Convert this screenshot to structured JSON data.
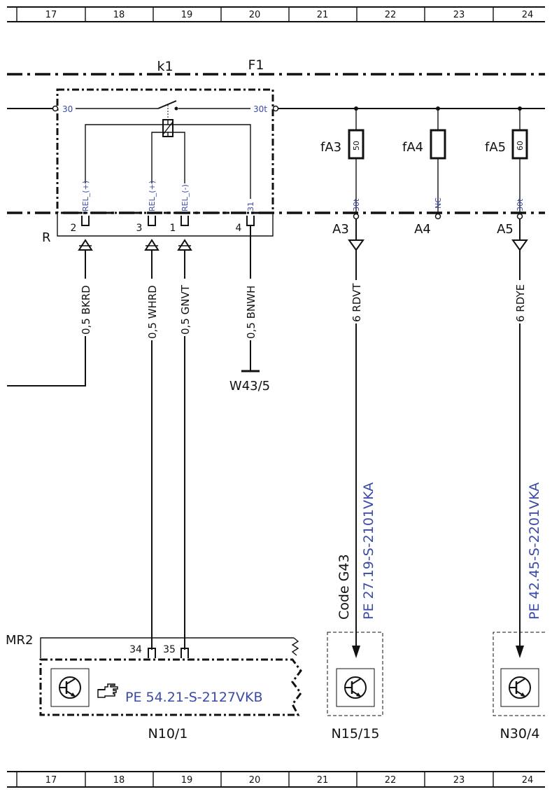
{
  "ruler": {
    "columns": [
      "17",
      "18",
      "19",
      "20",
      "21",
      "22",
      "23",
      "24"
    ]
  },
  "relay": {
    "name": "k1",
    "terminal_in": "30",
    "terminal_out": "30t",
    "connector": "R",
    "pins": [
      {
        "label": "REL_(+)",
        "number": "2"
      },
      {
        "label": "REL_(+)",
        "number": "3"
      },
      {
        "label": "REL_(-)",
        "number": "1"
      },
      {
        "label": "31",
        "number": "4"
      }
    ]
  },
  "fusebox": {
    "name": "F1",
    "fuses": [
      {
        "name": "fA3",
        "rating": "50",
        "terminal": "30t",
        "output": "A3"
      },
      {
        "name": "fA4",
        "rating": "",
        "terminal": "NC",
        "output": "A4"
      },
      {
        "name": "fA5",
        "rating": "60",
        "terminal": "30t",
        "output": "A5"
      }
    ]
  },
  "wires": {
    "w1": "0,5 BKRD",
    "w2": "0,5 WHRD",
    "w3": "0,5 GNVT",
    "w4": "0,5 BNWH",
    "w5": "6 RDVT",
    "w6": "6 RDYE"
  },
  "ground": "W43/5",
  "refs": {
    "code": "Code G43",
    "ref1": "PE 27.19-S-2101VKA",
    "ref2": "PE 42.45-S-2201VKA",
    "ref3": "PE 54.21-S-2127VKB"
  },
  "connector_mr2": {
    "name": "MR2",
    "pin_a": "34",
    "pin_b": "35"
  },
  "components": {
    "c1": "N10/1",
    "c2": "N15/15",
    "c3": "N30/4"
  }
}
